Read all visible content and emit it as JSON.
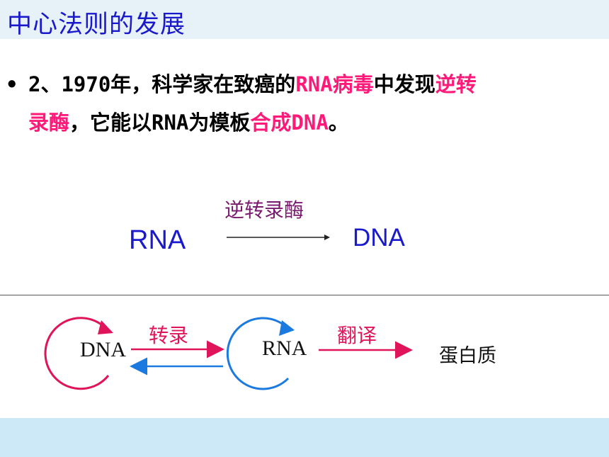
{
  "slide": {
    "title": "中心法则的发展",
    "bullet": {
      "marker": "•",
      "line1": [
        {
          "text": "2、1970年，科学家在致癌的",
          "highlight": false
        },
        {
          "text": "RNA病毒",
          "highlight": true
        },
        {
          "text": "中发现",
          "highlight": false
        },
        {
          "text": "逆转",
          "highlight": true
        }
      ],
      "line2": [
        {
          "text": "录酶",
          "highlight": true
        },
        {
          "text": "，它能以RNA为模板",
          "highlight": false
        },
        {
          "text": "合成DNA",
          "highlight": true
        },
        {
          "text": "。",
          "highlight": false
        }
      ]
    },
    "equation": {
      "source": "RNA",
      "enzyme": "逆转录酶",
      "product": "DNA"
    },
    "diagram": {
      "dna": "DNA",
      "rna": "RNA",
      "transcription": "转录",
      "translation": "翻译",
      "protein": "蛋白质"
    }
  },
  "colors": {
    "title": "#1a1acc",
    "highlight": "#ff1a7a",
    "dna_cycle": "#e0145a",
    "rna_cycle": "#1a7ae0",
    "header_bg": "#e6f1f8",
    "footer_bg": "#cde8f7"
  }
}
